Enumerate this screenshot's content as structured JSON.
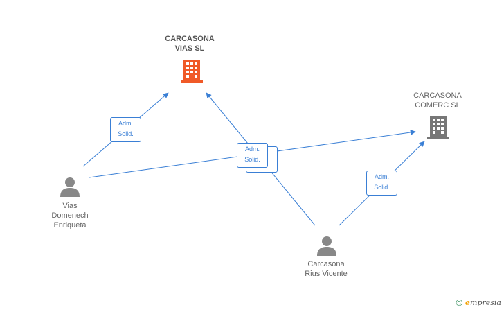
{
  "colors": {
    "edge": "#3a7fd5",
    "company_main": "#f05a28",
    "company_other": "#777777",
    "person": "#888888",
    "label": "#666666"
  },
  "nodes": {
    "company_main": {
      "line1": "CARCASONA",
      "line2": "VIAS SL",
      "icon": "building-icon"
    },
    "company_other": {
      "line1": "CARCASONA",
      "line2": "COMERC SL",
      "icon": "building-icon"
    },
    "person_vias": {
      "line1": "Vias",
      "line2": "Domenech",
      "line3": "Enriqueta",
      "icon": "person-icon"
    },
    "person_carcasona": {
      "line1": "Carcasona",
      "line2": "Rius Vicente",
      "icon": "person-icon"
    }
  },
  "edges": [
    {
      "from": "Vias Domenech Enriqueta",
      "to": "CARCASONA VIAS SL",
      "line1": "Adm.",
      "line2": "Solid."
    },
    {
      "from": "Vias Domenech Enriqueta",
      "to": "CARCASONA COMERC SL",
      "line1": "Adm.",
      "line2": "Solid."
    },
    {
      "from": "Carcasona Rius Vicente",
      "to": "CARCASONA VIAS SL",
      "line1": "Adm.",
      "line2": "Solid."
    },
    {
      "from": "Carcasona Rius Vicente",
      "to": "CARCASONA COMERC SL",
      "line1": "Adm.",
      "line2": "Solid."
    }
  ],
  "footer": {
    "copyright": "©",
    "brand_initial": "e",
    "brand_rest": "mpresia"
  }
}
